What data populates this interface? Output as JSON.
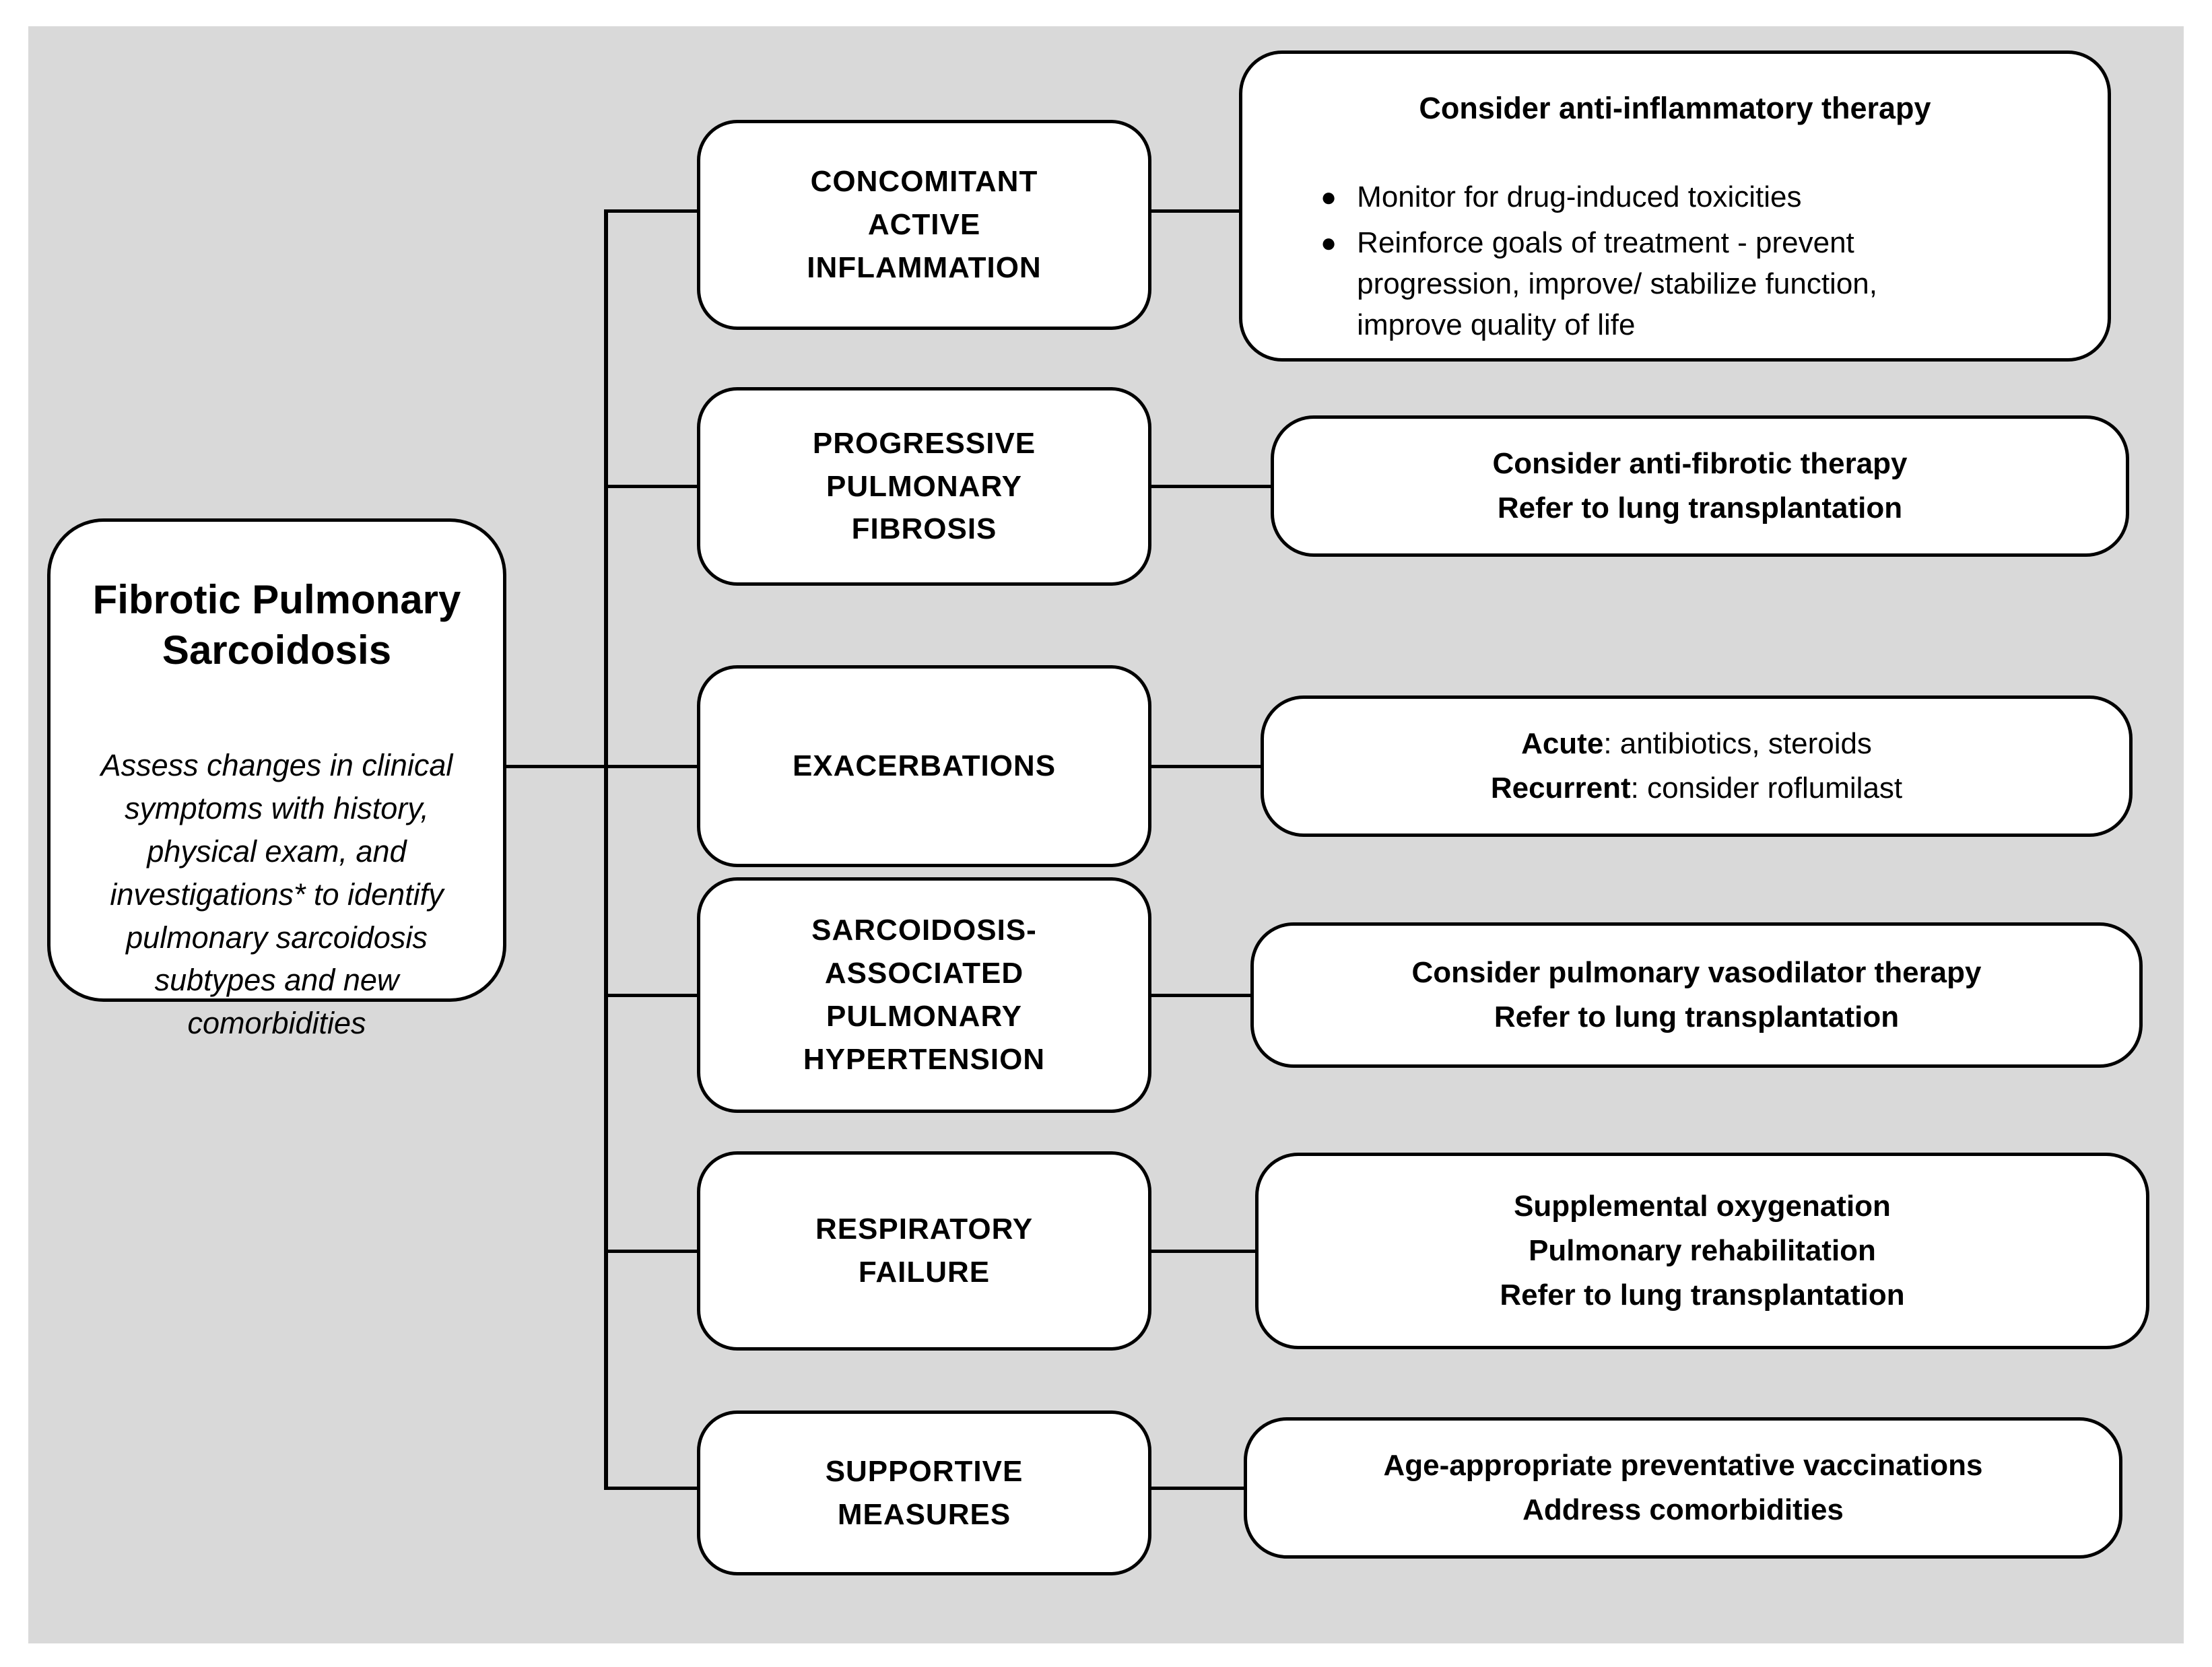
{
  "figure": {
    "root": {
      "title": "Fibrotic Pulmonary Sarcoidosis",
      "description": "Assess changes in clinical symptoms with history, physical exam, and investigations* to identify pulmonary sarcoidosis subtypes and new comorbidities"
    },
    "rows": [
      {
        "id": "concomitant-active-inflammation",
        "category_lines": [
          "CONCOMITANT",
          "ACTIVE",
          "INFLAMMATION"
        ],
        "management": {
          "title": "Consider anti-inflammatory therapy",
          "bullet_icon": "bullet-dot",
          "bullets": [
            "Monitor for drug-induced toxicities",
            "Reinforce goals of treatment - prevent progression, improve/ stabilize function, improve quality of life"
          ]
        }
      },
      {
        "id": "progressive-pulmonary-fibrosis",
        "category_lines": [
          "PROGRESSIVE",
          "PULMONARY",
          "FIBROSIS"
        ],
        "management": {
          "lines": [
            "Consider anti-fibrotic therapy",
            "Refer to lung transplantation"
          ]
        }
      },
      {
        "id": "exacerbations",
        "category_lines": [
          "EXACERBATIONS"
        ],
        "management": {
          "segments": [
            {
              "label": "Acute",
              "text": ": antibiotics, steroids"
            },
            {
              "label": "Recurrent",
              "text": ": consider roflumilast"
            }
          ]
        }
      },
      {
        "id": "sarcoidosis-associated-pulmonary-hypertension",
        "category_lines": [
          "SARCOIDOSIS-",
          "ASSOCIATED",
          "PULMONARY",
          "HYPERTENSION"
        ],
        "management": {
          "lines": [
            "Consider pulmonary vasodilator therapy",
            "Refer to lung transplantation"
          ]
        }
      },
      {
        "id": "respiratory-failure",
        "category_lines": [
          "RESPIRATORY",
          "FAILURE"
        ],
        "management": {
          "lines": [
            "Supplemental oxygenation",
            "Pulmonary rehabilitation",
            "Refer to lung transplantation"
          ]
        }
      },
      {
        "id": "supportive-measures",
        "category_lines": [
          "SUPPORTIVE",
          "MEASURES"
        ],
        "management": {
          "lines": [
            "Age-appropriate preventative vaccinations",
            "Address comorbidities"
          ]
        }
      }
    ],
    "colors": {
      "page_background": "#ffffff",
      "panel_background": "#d9d9d9",
      "box_fill": "#ffffff",
      "stroke": "#000000"
    }
  }
}
